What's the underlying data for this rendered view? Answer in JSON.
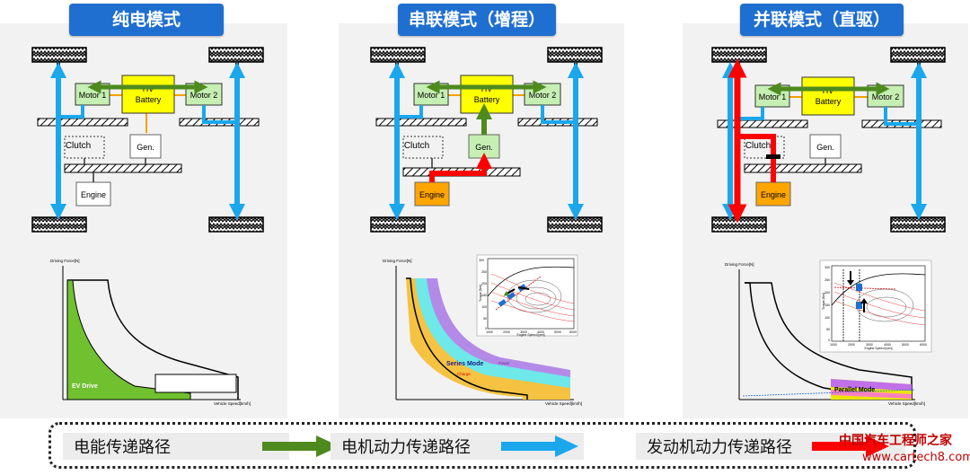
{
  "panels": [
    {
      "title": "纯电模式",
      "blocks": {
        "motor1": "Motor 1",
        "hv1": "HV",
        "hv2": "Battery",
        "motor2": "Motor 2",
        "clutch": "Clutch",
        "gen": "Gen.",
        "engine": "Engine"
      },
      "chart": {
        "ylabel": "Driving Force[N]",
        "xlabel": "Vehicle Speed[km/h]",
        "region_label": "EV Drive"
      }
    },
    {
      "title": "串联模式（增程）",
      "blocks": {
        "motor1": "Motor 1",
        "hv1": "HV",
        "hv2": "Battery",
        "motor2": "Motor 2",
        "clutch": "Clutch",
        "gen": "Gen.",
        "engine": "Engine"
      },
      "chart": {
        "ylabel": "Driving Force[N]",
        "xlabel": "Vehicle Speed[km/h]",
        "region_label": "Series Mode",
        "power_label": "Power",
        "charge_label": "Charge",
        "inset": {
          "ylabel": "Torque [Nm]",
          "xlabel": "Engine Speed [rpm]",
          "xticks": [
            "1000",
            "2000",
            "3000",
            "4000",
            "5000",
            "6000"
          ],
          "yticks": [
            "300",
            "250",
            "200",
            "150",
            "100",
            "50",
            "0"
          ]
        }
      }
    },
    {
      "title": "并联模式（直驱）",
      "blocks": {
        "motor1": "Motor 1",
        "hv1": "HV",
        "hv2": "Battery",
        "motor2": "Motor 2",
        "clutch": "Clutch",
        "gen": "Gen.",
        "engine": "Engine"
      },
      "chart": {
        "ylabel": "Driving Force[N]",
        "xlabel": "Vehicle Speed[km/h]",
        "region_label": "Parallel Mode",
        "inset": {
          "ylabel": "Torque [Nm]",
          "xlabel": "Engine Speed [rpm]",
          "xticks": [
            "1000",
            "2000",
            "3000",
            "4000",
            "5000",
            "6000"
          ],
          "yticks": [
            "300",
            "250",
            "200",
            "150",
            "100",
            "50",
            "0"
          ]
        }
      }
    }
  ],
  "legend": [
    {
      "label": "电能传递路径",
      "color": "#4e8a1e"
    },
    {
      "label": "电机动力传递路径",
      "color": "#1aa7ec"
    },
    {
      "label": "发动机动力传递路径",
      "color": "#ff0000"
    }
  ],
  "watermark": {
    "line1": "中国汽车工程师之家",
    "line2": "www.cartech8.com"
  },
  "colors": {
    "title_bg": "#1f6fd1",
    "motor": "#c6efb3",
    "battery": "#ffff00",
    "engine_active": "#ffa500",
    "electric": "#4e8a1e",
    "motor_path": "#1aa7ec",
    "engine_path": "#ff0000"
  }
}
